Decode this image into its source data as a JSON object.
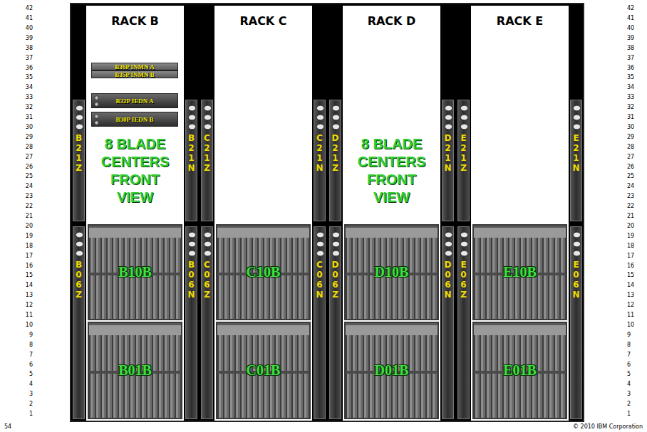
{
  "diagram": {
    "nodes": [
      {
        "text": [
          "RACK B",
          "8 BLADE CENTERS FRONT VIEW"
        ]
      },
      {
        "text": [
          "B36P INMN A"
        ],
        "in": 0
      },
      {
        "text": [
          "B35P INMN B"
        ],
        "in": 0
      },
      {
        "text": [
          "B32P IEDN A"
        ],
        "in": 0
      },
      {
        "text": [
          "B30P IEDN B"
        ],
        "in": 0
      },
      {
        "text": [
          "B10B"
        ],
        "in": 0
      },
      {
        "text": [
          "B01B"
        ],
        "in": 0
      },
      {
        "text": [
          "RACK C"
        ]
      },
      {
        "text": [
          "C10B"
        ],
        "in": 7
      },
      {
        "text": [
          "C01B"
        ],
        "in": 7
      },
      {
        "text": [
          "RACK D",
          "8 BLADE CENTERS FRONT VIEW"
        ]
      },
      {
        "text": [
          "D10B"
        ],
        "in": 10
      },
      {
        "text": [
          "D01B"
        ],
        "in": 10
      },
      {
        "text": [
          "RACK E"
        ]
      },
      {
        "text": [
          "E10B"
        ],
        "in": 13
      },
      {
        "text": [
          "E01B"
        ],
        "in": 13
      },
      {
        "text": [
          "B21Z"
        ]
      },
      {
        "text": [
          "B21N"
        ]
      },
      {
        "text": [
          "C21Z"
        ]
      },
      {
        "text": [
          "C21N"
        ]
      },
      {
        "text": [
          "D21Z"
        ]
      },
      {
        "text": [
          "D21N"
        ]
      },
      {
        "text": [
          "E21Z"
        ]
      },
      {
        "text": [
          "E21N"
        ]
      },
      {
        "text": [
          "B06Z"
        ]
      },
      {
        "text": [
          "B06N"
        ]
      },
      {
        "text": [
          "C06Z"
        ]
      },
      {
        "text": [
          "C06N"
        ]
      },
      {
        "text": [
          "D06Z"
        ]
      },
      {
        "text": [
          "D06N"
        ]
      },
      {
        "text": [
          "E06Z"
        ]
      },
      {
        "text": [
          "E06N"
        ]
      }
    ],
    "labels": [
      "42",
      "41",
      "40",
      "39",
      "38",
      "37",
      "36",
      "35",
      "34",
      "33",
      "32",
      "31",
      "30",
      "29",
      "28",
      "27",
      "26",
      "25",
      "24",
      "23",
      "22",
      "21",
      "20",
      "19",
      "18",
      "17",
      "16",
      "15",
      "14",
      "13",
      "12",
      "11",
      "10",
      "9",
      "8",
      "7",
      "6",
      "5",
      "4",
      "3",
      "2",
      "1",
      "42",
      "41",
      "40",
      "39",
      "38",
      "37",
      "36",
      "35",
      "34",
      "33",
      "32",
      "31",
      "30",
      "29",
      "28",
      "27",
      "26",
      "25",
      "24",
      "23",
      "22",
      "21",
      "20",
      "19",
      "18",
      "17",
      "16",
      "15",
      "14",
      "13",
      "12",
      "11",
      "10",
      "9",
      "8",
      "7",
      "6",
      "5",
      "4",
      "3",
      "2",
      "1",
      "54",
      "© 2010 IBM Corporation"
    ]
  }
}
